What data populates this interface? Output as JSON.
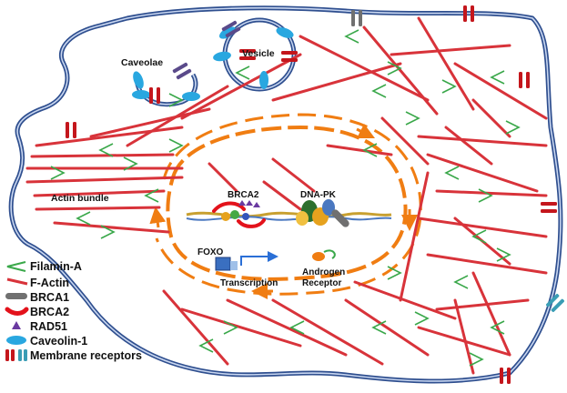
{
  "labels": {
    "caveolae": "Caveolae",
    "vesicle": "Vesicle",
    "actin_bundle": "Actin bundle",
    "brca2": "BRCA2",
    "dna_pk": "DNA-PK",
    "foxo": "FOXO",
    "transcription": "Transcription",
    "androgen_line1": "Androgen",
    "androgen_line2": "Receptor"
  },
  "legend": [
    {
      "label": "Filamin-A",
      "icon": "filamin-a-icon"
    },
    {
      "label": "F-Actin",
      "icon": "f-actin-icon"
    },
    {
      "label": "BRCA1",
      "icon": "brca1-icon"
    },
    {
      "label": "BRCA2",
      "icon": "brca2-icon"
    },
    {
      "label": "RAD51",
      "icon": "rad51-icon"
    },
    {
      "label": "Caveolin-1",
      "icon": "caveolin-1-icon"
    },
    {
      "label": "Membrane receptors",
      "icon": "membrane-receptor-icon"
    }
  ],
  "colors": {
    "membrane_outer": "#2f4f8f",
    "membrane_inner": "#b8c8e8",
    "f_actin": "#d8333a",
    "filamin": "#3aa84a",
    "nucleus": "#f07d12",
    "caveolin": "#29a7e0",
    "receptor_red": "#c4161c",
    "receptor_teal": "#3a9db5",
    "brca1": "#707070",
    "rad51": "#6a3aa0"
  }
}
